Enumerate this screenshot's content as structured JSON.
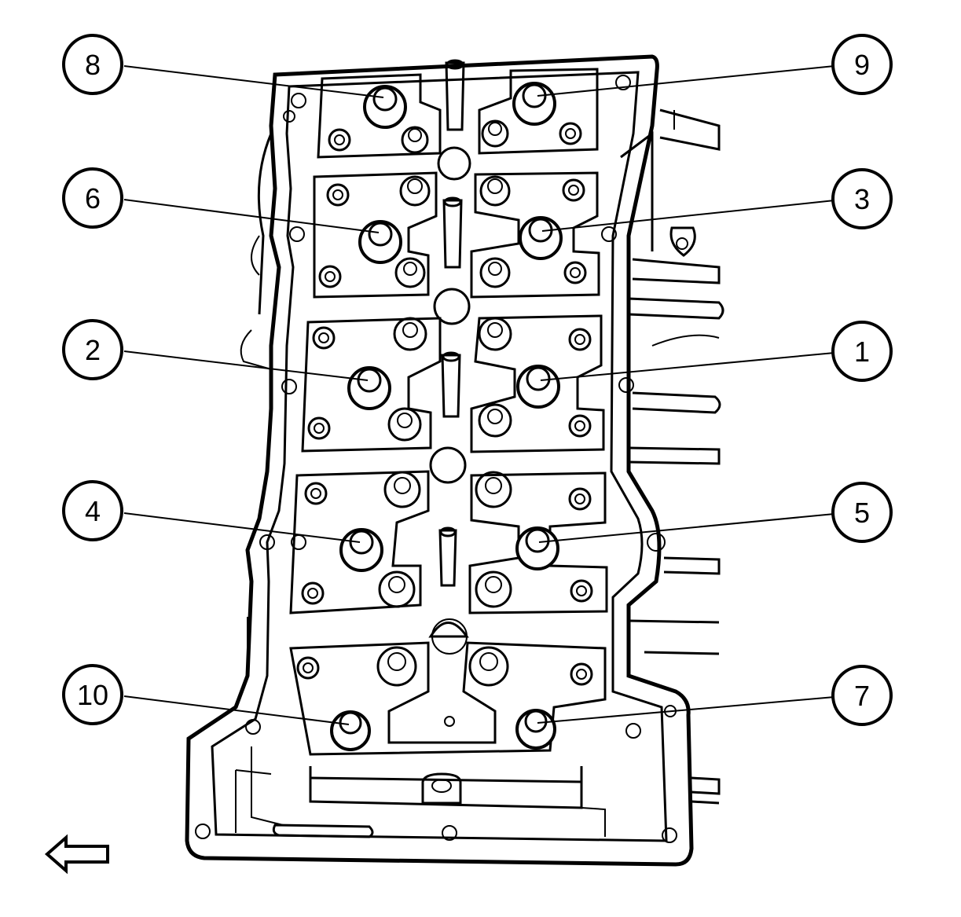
{
  "diagram": {
    "callouts": [
      {
        "id": "8",
        "label": "8"
      },
      {
        "id": "9",
        "label": "9"
      },
      {
        "id": "6",
        "label": "6"
      },
      {
        "id": "3",
        "label": "3"
      },
      {
        "id": "2",
        "label": "2"
      },
      {
        "id": "1",
        "label": "1"
      },
      {
        "id": "4",
        "label": "4"
      },
      {
        "id": "5",
        "label": "5"
      },
      {
        "id": "10",
        "label": "10"
      },
      {
        "id": "7",
        "label": "7"
      }
    ],
    "direction_arrow_icon": "arrow-left-icon",
    "colors": {
      "line": "#000000",
      "background": "#ffffff"
    }
  }
}
